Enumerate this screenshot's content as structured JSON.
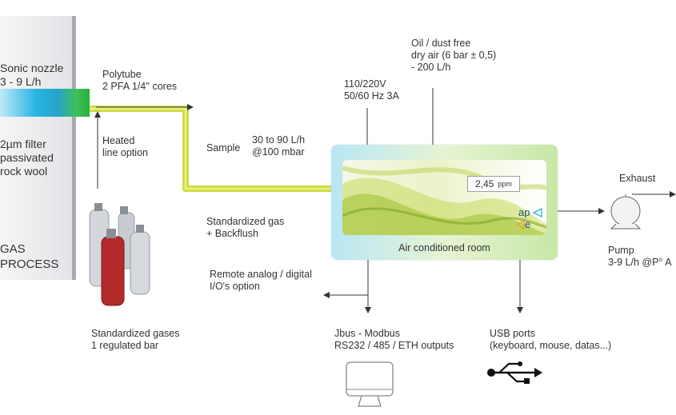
{
  "process": {
    "nozzle": "Sonic nozzle\n3 - 9 L/h",
    "filter": "2µm filter\npassivated\nrock wool",
    "gas_process": "GAS\nPROCESS"
  },
  "polytube": "Polytube\n2 PFA 1/4'' cores",
  "heated_line": "Heated\nline option",
  "sample": "Sample",
  "sample_flow": "30 to 90 L/h\n@100 mbar",
  "power": "110/220V\n50/60 Hz 3A",
  "air_supply": "Oil / dust free\ndry air (6 bar ± 0,5)\n- 200 L/h",
  "std_gas_backflush": "Standardized gas\n+ Backflush",
  "remote_io": "Remote analog / digital\nI/O's option",
  "std_gases": "Standardized gases\n1 regulated bar",
  "analyzer": {
    "reading_value": "2,45",
    "reading_unit": "ppm",
    "room": "Air conditioned room",
    "logo_top": "ap",
    "logo_bottom": "e"
  },
  "exhaust": "Exhaust",
  "pump": "Pump\n3-9 L/h @P° A",
  "jbus": "Jbus - Modbus\nRS232 / 485 / ETH outputs",
  "usb": "USB ports\n(keyboard, mouse, datas...)",
  "colors": {
    "tube": "#cfdc3c",
    "cyan": "#29b4e4",
    "green": "#26b13e",
    "panel": "#e3e4e7"
  }
}
